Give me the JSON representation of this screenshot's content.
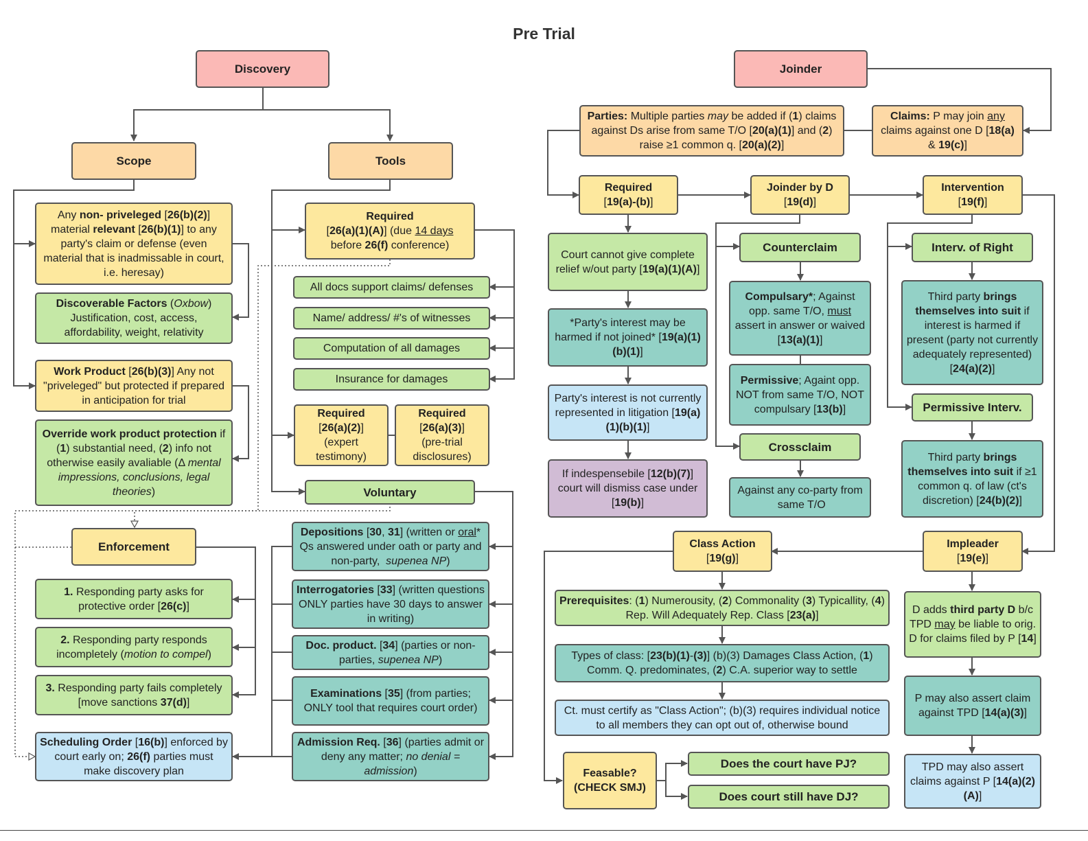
{
  "title": "Pre Trial",
  "boxes": {
    "discovery": "Discovery",
    "joinder": "Joinder",
    "scope": "Scope",
    "tools": "Tools",
    "parties": "<b>Parties:</b> Multiple parties <i>may</i> be added if (<b>1</b>) claims against Ds arise from same T/O [<b>20(a)(1)</b>] and (<b>2</b>) raise ≥1 common q. [<b>20(a)(2)</b>]",
    "claims": "<b>Claims:</b> P may join <u>any</u> claims against one D [<b>18(a)</b> &amp; <b>19(c)</b>]",
    "non_privileged": "Any <b>non- priveleged</b> [<b>26(b)(2)</b>] material <b>relevant</b> [<b>26(b)(1)</b>] to any party's claim or defense (even material that is inadmissable in court, i.e. heresay)",
    "discoverable_factors": "<b>Discoverable Factors</b> (<i>Oxbow</i>) Justification, cost, access, affordability, weight, relativity",
    "work_product": "<b>Work Product</b> [<b>26(b)(3)</b>] Any not \"priveleged\" but protected if prepared in anticipation for trial",
    "override": "<b>Override work product protection</b> if (<b>1</b>) substantial need, (<b>2</b>) info not otherwise easily avaliable (Δ <i>mental impressions, conclusions, legal theories</i>)",
    "enforcement": "Enforcement",
    "enf1": "<b>1.</b> Responding party asks for protective order [<b>26(c)</b>]",
    "enf2": "<b>2.</b> Responding party responds incompletely (<i>motion to compel</i>)",
    "enf3": "<b>3.</b> Responding party fails completely [move sanctions <b>37(d)</b>]",
    "scheduling": "<b>Scheduling Order</b> [<b>16(b)</b>] enforced by court early on; <b>26(f)</b> parties must make discovery plan",
    "tools_required": "<b>Required</b><br>[<b>26(a)(1)(A)</b>] (due <u>14 days</u> before <b>26(f)</b> conference)",
    "all_docs": "All docs support claims/ defenses",
    "witnesses": "Name/ address/ #'s of witnesses",
    "damages": "Computation of all damages",
    "insurance": "Insurance for damages",
    "req_expert": "<b>Required</b><br>[<b>26(a)(2)</b>]<br>(expert testimony)",
    "req_pretrial": "<b>Required</b><br>[<b>26(a)(3)</b>]<br>(pre-trial disclosures)",
    "voluntary": "Voluntary",
    "depositions": "<b>Depositions</b> [<b>30</b>, <b>31</b>] (written or <u>oral</u>* Qs answered under oath or party and non-party, &nbsp;<i>supenea NP</i>)",
    "interrogatories": "<b>Interrogatories</b> [<b>33</b>] (written questions ONLY parties have 30 days to answer in writing)",
    "doc_product": "<b>Doc. product.</b> [<b>34</b>] (parties or non-parties, <i>supenea NP</i>)",
    "examinations": "<b>Examinations</b> [<b>35</b>] (from parties; ONLY tool that requires court order)",
    "admission": "<b>Admission Req.</b> [<b>36</b>] (parties admit or deny any matter; <i>no denial = admission</i>)",
    "j_required": "<b>Required</b><br>[<b>19(a)-(b)</b>]",
    "joinder_by_d": "<b>Joinder by D</b><br>[<b>19(d)</b>]",
    "intervention": "<b>Intervention</b><br>[<b>19(f)</b>]",
    "complete_relief": "Court cannot give complete relief w/out party [<b>19(a)(1)(A)</b>]",
    "interest_harmed": "*Party's interest may be harmed if not joined* [<b>19(a)(1)(b)(1)</b>]",
    "not_represented": "Party's interest is not currently represented in litigation [<b>19(a)(1)(b)(1)</b>]",
    "indispensable": "If indespensebile [<b>12(b)(7)</b>] court will dismiss case under [<b>19(b)</b>]",
    "counterclaim": "Counterclaim",
    "compulsary": "<b>Compulsary*</b>; Against opp. same T/O, <u>must</u> assert in answer or waived [<b>13(a)(1)</b>]",
    "permissive": "<b>Permissive</b>; Againt opp. NOT from same T/O, NOT compulsary [<b>13(b)</b>]",
    "crossclaim": "Crossclaim",
    "co_party": "Against any co-party from &nbsp;same T/O",
    "interv_right": "Interv. of Right",
    "third_right": "Third party <b>brings themselves into suit</b> if interest is harmed if present (party not currently adequately represented) [<b>24(a)(2)</b>]",
    "perm_interv": "Permissive Interv.",
    "third_perm": "Third party <b>brings themselves into suit</b> if ≥1 common q. of law (ct's discretion) [<b>24(b)(2)</b>]",
    "class_action": "<b>Class Action</b><br>[<b>19(g)</b>]",
    "impleader": "<b>Impleader</b><br>[<b>19(e)</b>]",
    "prerequisites": "<b>Prerequisites</b>: (<b>1</b>) Numerousity, (<b>2</b>) Commonality (<b>3</b>) Typicallity, (<b>4</b>) Rep. Will Adequately Rep. Class [<b>23(a)</b>]",
    "types_class": "Types of class: [<b>23(b)(1)</b>-<b>(3)</b>] (b)(3) Damages Class Action, (<b>1</b>) Comm. Q. predominates, (<b>2</b>) C.A. superior way to settle",
    "certify": "Ct. must certify as \"Class Action\"; (b)(3) requires individual notice to all members they can opt out of, otherwise bound",
    "feasable": "<b>Feasable?<br>(CHECK SMJ)</b>",
    "pj": "Does the court have PJ?",
    "dj": "Does court still have DJ?",
    "third_party_d": "D adds <b>third party D</b> b/c TPD <u>may</u> be liable to orig. D for claims filed by P [<b>14</b>]",
    "p_assert": "P may also assert claim against TPD [<b>14(a)(3)</b>]",
    "tpd_assert": "TPD may also assert claims against P [<b>14(a)(2)(A)</b>]"
  }
}
